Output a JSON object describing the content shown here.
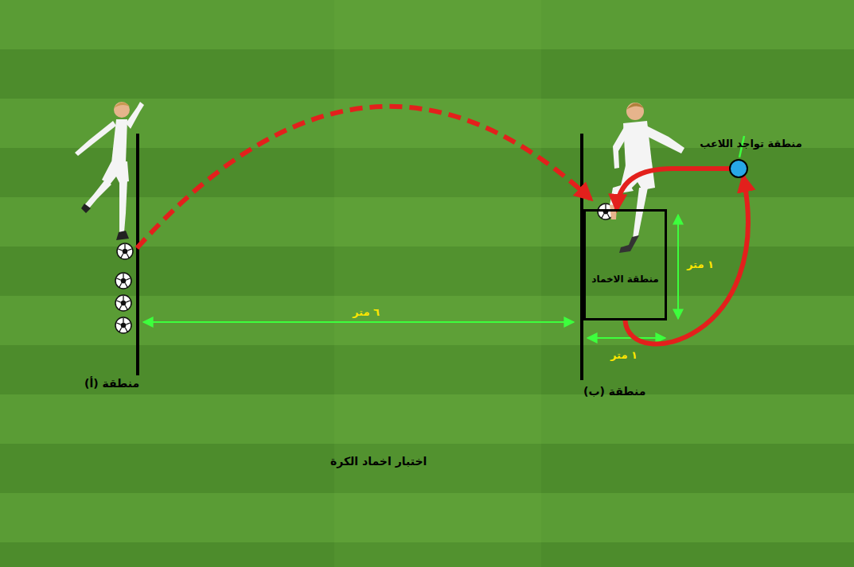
{
  "diagram": {
    "caption": "اختبار اخماد الكرة",
    "nodes": [
      {
        "text": [
          "منطقة الاخماد"
        ]
      },
      {
        "text": [
          "منطقة تواجد اللاعب"
        ]
      }
    ],
    "edges": [
      {
        "from": 1,
        "to": 0,
        "arrow": "to"
      },
      {
        "from": 0,
        "to": 1,
        "arrow": "to"
      }
    ],
    "labels": [
      "٦ متر",
      "١ متر",
      "١ متر",
      "منطقة (أ)",
      "منطقة (ب)"
    ]
  }
}
